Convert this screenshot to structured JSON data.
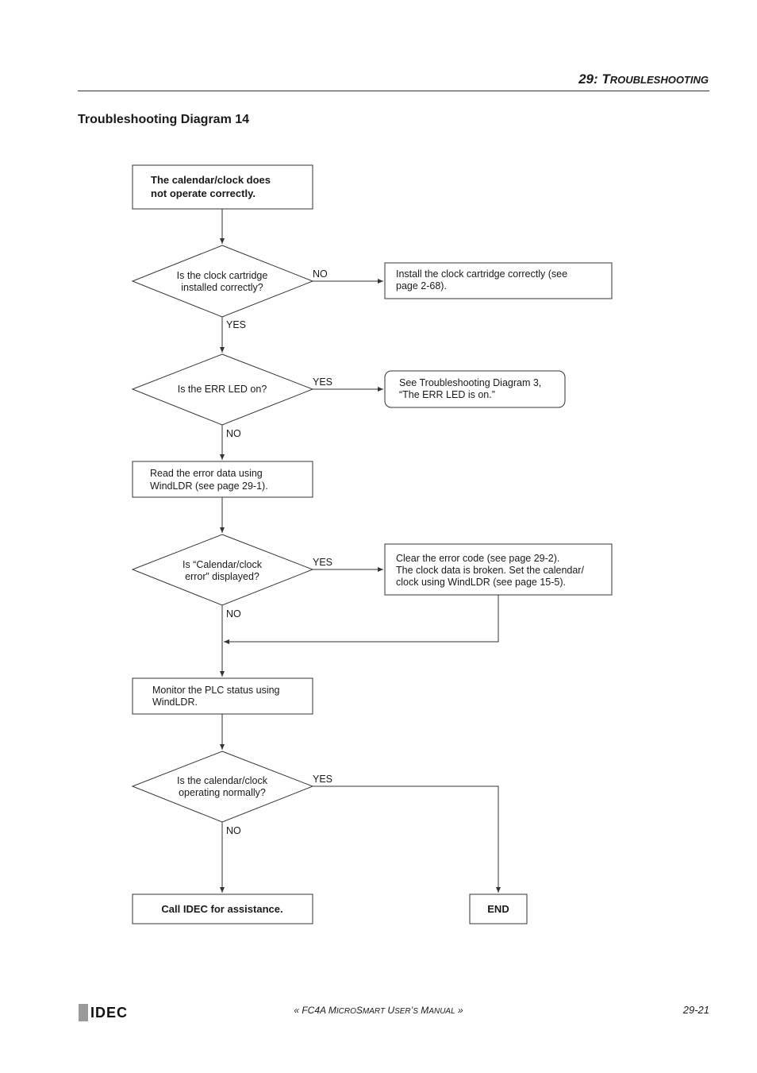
{
  "header": {
    "chapter_num": "29:",
    "chapter_first": "T",
    "chapter_rest": "ROUBLESHOOTING"
  },
  "section_title": "Troubleshooting Diagram 14",
  "diagram": {
    "start": [
      "The calendar/clock does",
      "not operate correctly."
    ],
    "q1": [
      "Is the clock cartridge",
      "installed correctly?"
    ],
    "q1_no_action": [
      "Install the clock cartridge correctly (see",
      "page 2-68)."
    ],
    "q2": [
      "Is the ERR LED on?"
    ],
    "q2_yes_action": [
      "See Troubleshooting Diagram 3,",
      "“The ERR LED is on.”"
    ],
    "read_error": [
      "Read the error data using",
      "WindLDR (see page 29-1)."
    ],
    "q3": [
      "Is “Calendar/clock",
      "error” displayed?"
    ],
    "q3_yes_action": [
      "Clear the error code (see page 29-2).",
      "The clock data is broken. Set the calendar/",
      "clock using WindLDR (see page 15-5)."
    ],
    "monitor": [
      "Monitor the PLC status using",
      "WindLDR."
    ],
    "q4": [
      "Is the calendar/clock",
      "operating normally?"
    ],
    "call_idec": "Call IDEC for assistance.",
    "end": "END",
    "labels": {
      "yes": "YES",
      "no": "NO"
    }
  },
  "footer": {
    "logo": "IDEC",
    "manual_open": "« FC4A M",
    "manual_1": "ICRO",
    "manual_2": "S",
    "manual_3": "MART",
    "manual_4": " U",
    "manual_5": "SER",
    "manual_6": "’",
    "manual_7": "S",
    "manual_8": " M",
    "manual_9": "ANUAL",
    "manual_close": " »",
    "page_number": "29-21"
  }
}
